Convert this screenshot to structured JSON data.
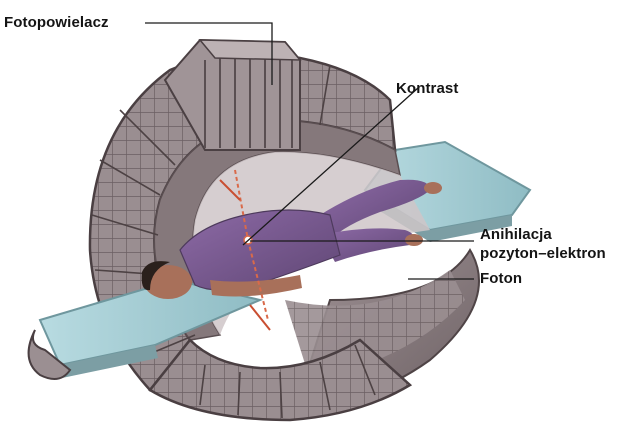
{
  "labels": {
    "photomultiplier": "Fotopowielacz",
    "contrast": "Kontrast",
    "annihilation_line1": "Anihilacja",
    "annihilation_line2": "pozyton–elektron",
    "photon": "Foton"
  },
  "colors": {
    "ring_frame": "#8c7d80",
    "ring_frame_dark": "#5e5254",
    "detector_block": "#a59a9c",
    "detector_dark": "#6f6466",
    "bed": "#a9cfd6",
    "bed_edge": "#7fa6ad",
    "patient_clothes": "#7b5a93",
    "patient_skin": "#a8705a",
    "photon_path": "#d96a4a",
    "leader_line": "#1a1a1a"
  }
}
